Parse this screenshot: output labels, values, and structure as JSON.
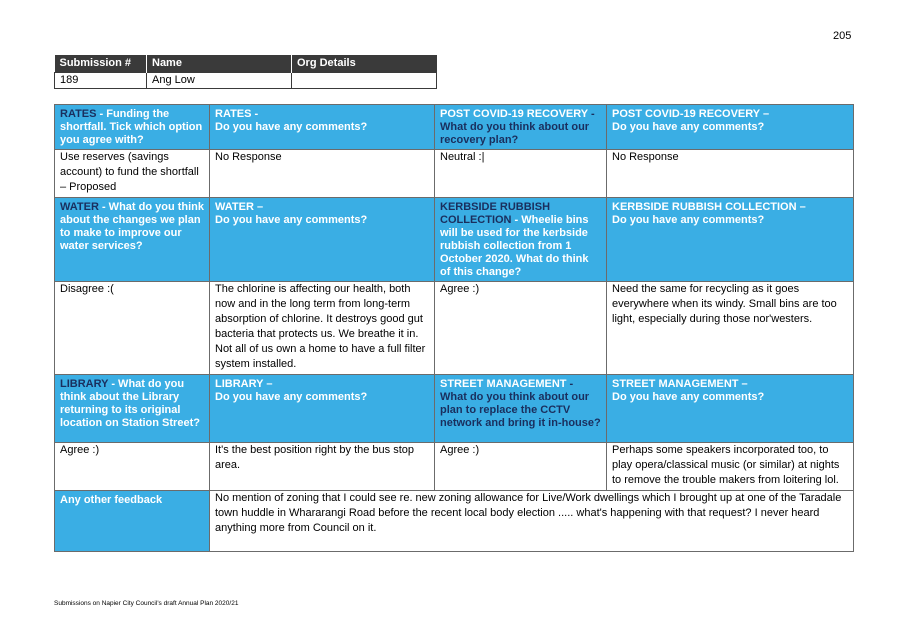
{
  "page_number": "205",
  "submission_header": {
    "col_submission": "Submission #",
    "col_name": "Name",
    "col_org": "Org Details",
    "submission_no": "189",
    "name": "Ang Low",
    "org": ""
  },
  "rows": {
    "rates": {
      "q1_highlight": "RATES",
      "q1_text": " - Funding the shortfall. Tick which option you agree with?",
      "a1": "Use reserves (savings account) to fund the shortfall – Proposed",
      "q2_title": "RATES -",
      "q2_text": "Do you have any comments?",
      "a2": "No Response",
      "q3_title": "POST COVID-19 RECOVERY",
      "q3_sep": " - ",
      "q3_text": "What do you think about our recovery plan?",
      "a3": "Neutral :|",
      "q4_title": "POST COVID-19 RECOVERY –",
      "q4_text": "Do you have any comments?",
      "a4": "No Response"
    },
    "water": {
      "q1_highlight": "WATER",
      "q1_text": " - What do you think about the changes we plan to make to improve our water services?",
      "a1": "Disagree :(",
      "q2_title": "WATER –",
      "q2_text": "Do you have any comments?",
      "a2": "The chlorine is affecting our health, both now and in the long term from long-term absorption of chlorine. It destroys good gut bacteria that protects us. We breathe it in. Not all of us own a home to have a full filter system installed.",
      "q3_title": "KERBSIDE RUBBISH COLLECTION",
      "q3_text": " - Wheelie bins will be used for the kerbside rubbish collection from 1 October 2020. What do think of this change?",
      "a3": "Agree :)",
      "q4_title": "KERBSIDE RUBBISH COLLECTION –",
      "q4_text": "Do you have any comments?",
      "a4": "Need the same for recycling as it goes everywhere when its windy. Small bins are too light, especially during those nor'westers."
    },
    "library": {
      "q1_highlight": "LIBRARY",
      "q1_text": " - What do you think about the Library returning to its original location on Station Street?",
      "a1": "Agree :)",
      "q2_title": "LIBRARY –",
      "q2_text": "Do you have any comments?",
      "a2": "It's the best position right by the bus stop area.",
      "q3_title": "STREET MANAGEMENT",
      "q3_sep": " - ",
      "q3_text": "What do you think about our plan to replace the CCTV network and bring it in-house?",
      "a3": "Agree :)",
      "q4_title": "STREET MANAGEMENT –",
      "q4_text": "Do you have any comments?",
      "a4": "Perhaps some speakers incorporated too, to play opera/classical music (or similar) at nights to remove the trouble makers from loitering lol."
    },
    "other": {
      "label": "Any other feedback",
      "text": "No mention of zoning that I could see re.  new zoning allowance for Live/Work dwellings which I brought up at one of the Taradale town huddle in Whararangi Road before the recent local body election ..... what's happening with that request? I never heard anything more from Council on it."
    }
  },
  "footer": "Submissions on Napier City Council's draft Annual Plan 2020/21",
  "colors": {
    "header_blue": "#3aaee4",
    "highlight_navy": "#1a2f5e",
    "header_dark": "#3a3a3a"
  }
}
